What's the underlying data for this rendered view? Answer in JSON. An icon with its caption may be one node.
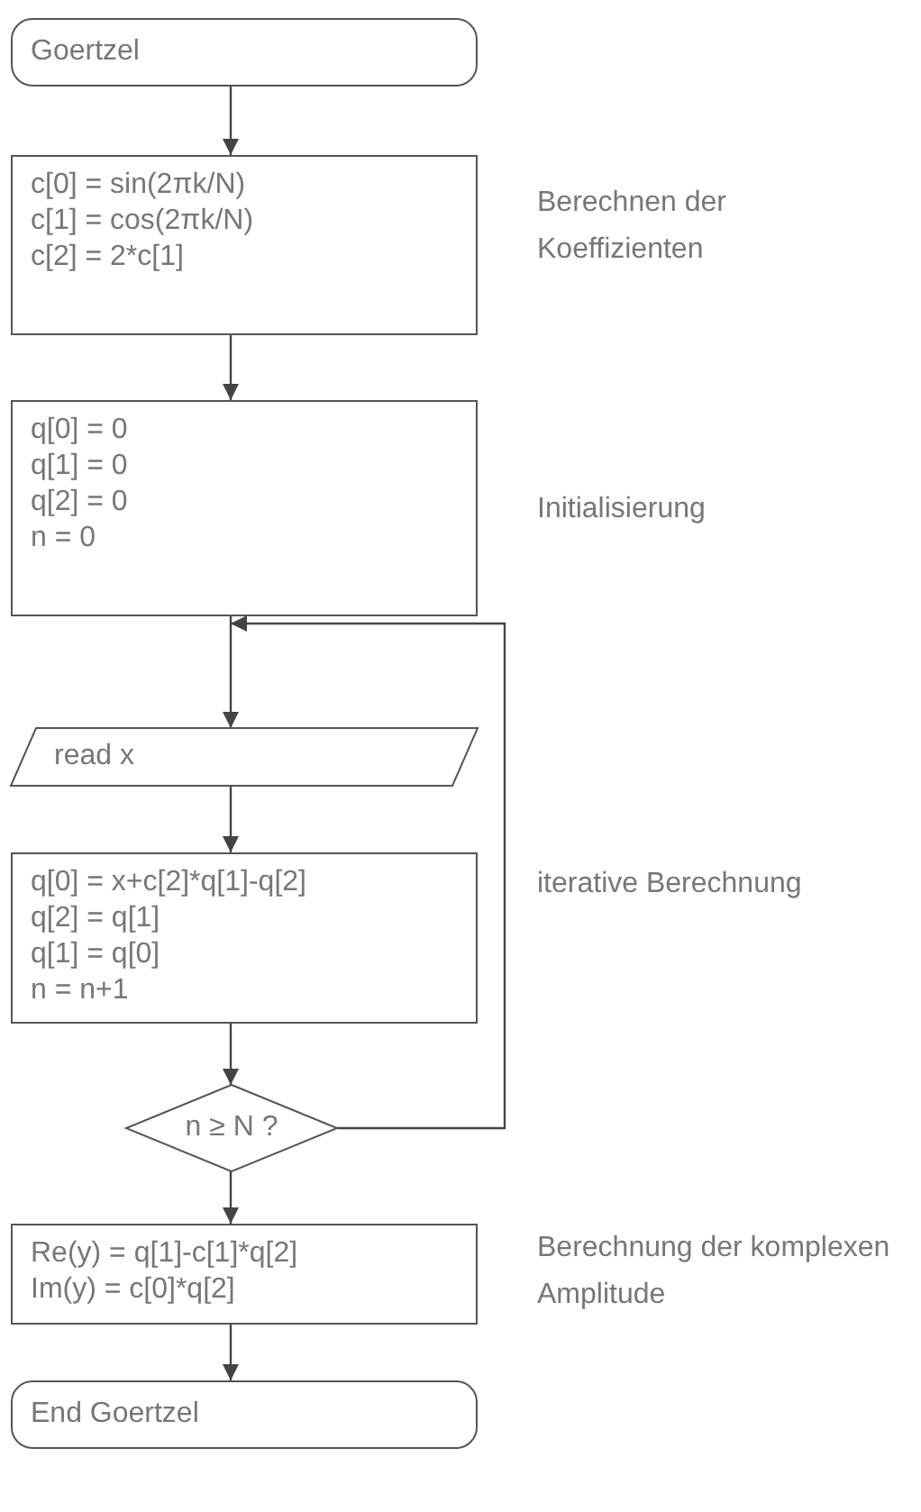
{
  "diagram": {
    "nodes": [
      {
        "text": [
          "Goertzel"
        ]
      },
      {
        "text": [
          "c[0] = sin(2πk/N)",
          "c[1] = cos(2πk/N)",
          "c[2] = 2*c[1]"
        ],
        "beside": [
          "Berechnen der Koeffizienten"
        ]
      },
      {
        "text": [
          "q[0] = 0",
          "q[1] = 0",
          "q[2] = 0",
          "n = 0"
        ],
        "beside": [
          "Initialisierung"
        ]
      },
      {
        "text": [
          "read x"
        ]
      },
      {
        "text": [
          "q[0] = x+c[2]*q[1]-q[2]",
          "q[2] = q[1]",
          "q[1] = q[0]",
          "n = n+1"
        ],
        "beside": [
          "iterative Berechnung"
        ]
      },
      {
        "text": [
          "n ≥ N ?"
        ]
      },
      {
        "text": [
          "Re(y) = q[1]-c[1]*q[2]",
          "Im(y) = c[0]*q[2]"
        ],
        "beside": [
          "Berechnung der komplexen Amplitude"
        ]
      },
      {
        "text": [
          "End Goertzel"
        ]
      }
    ],
    "edges": [
      {
        "from": 0,
        "to": 1,
        "arrow": "to"
      },
      {
        "from": 1,
        "to": 2,
        "arrow": "to"
      },
      {
        "from": 2,
        "to": 3,
        "arrow": "to"
      },
      {
        "from": 3,
        "to": 4,
        "arrow": "to"
      },
      {
        "from": 4,
        "to": 5,
        "arrow": "to"
      },
      {
        "from": 5,
        "to": 6,
        "arrow": "to"
      },
      {
        "from": 5,
        "to": 3,
        "arrow": "to"
      },
      {
        "from": 6,
        "to": 7,
        "arrow": "to"
      }
    ]
  }
}
